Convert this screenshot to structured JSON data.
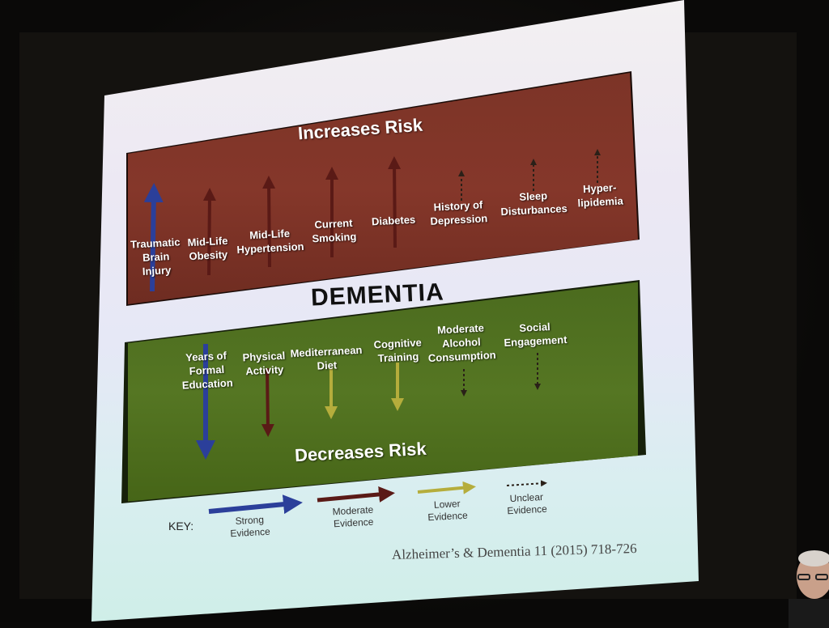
{
  "slide": {
    "increases_heading": "Increases Risk",
    "center_title": "DEMENTIA",
    "decreases_heading": "Decreases Risk",
    "increase_factors": [
      {
        "lines": [
          "Traumatic",
          "Brain",
          "Injury"
        ],
        "evidence": "strong"
      },
      {
        "lines": [
          "Mid-Life",
          "Obesity"
        ],
        "evidence": "moderate"
      },
      {
        "lines": [
          "Mid-Life",
          "Hypertension"
        ],
        "evidence": "moderate"
      },
      {
        "lines": [
          "Current",
          "Smoking"
        ],
        "evidence": "moderate"
      },
      {
        "lines": [
          "Diabetes"
        ],
        "evidence": "moderate"
      },
      {
        "lines": [
          "History of",
          "Depression"
        ],
        "evidence": "unclear"
      },
      {
        "lines": [
          "Sleep",
          "Disturbances"
        ],
        "evidence": "unclear"
      },
      {
        "lines": [
          "Hyper-",
          "lipidemia"
        ],
        "evidence": "unclear"
      }
    ],
    "decrease_factors": [
      {
        "lines": [
          "Years of",
          "Formal",
          "Education"
        ],
        "evidence": "strong"
      },
      {
        "lines": [
          "Physical",
          "Activity"
        ],
        "evidence": "moderate"
      },
      {
        "lines": [
          "Mediterranean",
          "Diet"
        ],
        "evidence": "lower"
      },
      {
        "lines": [
          "Cognitive",
          "Training"
        ],
        "evidence": "lower"
      },
      {
        "lines": [
          "Moderate",
          "Alcohol",
          "Consumption"
        ],
        "evidence": "unclear"
      },
      {
        "lines": [
          "Social",
          "Engagement"
        ],
        "evidence": "unclear"
      }
    ],
    "key": {
      "label": "KEY:",
      "strong": [
        "Strong",
        "Evidence"
      ],
      "moderate": [
        "Moderate",
        "Evidence"
      ],
      "lower": [
        "Lower",
        "Evidence"
      ],
      "unclear": [
        "Unclear",
        "Evidence"
      ]
    },
    "citation": "Alzheimer’s & Dementia 11 (2015) 718-726"
  },
  "colors": {
    "strong": "#2b3f9a",
    "moderate": "#5a1a16",
    "lower": "#b5ad3c",
    "unclear": "#2a2018",
    "red_box": "#85372a",
    "green_box": "#557623"
  }
}
